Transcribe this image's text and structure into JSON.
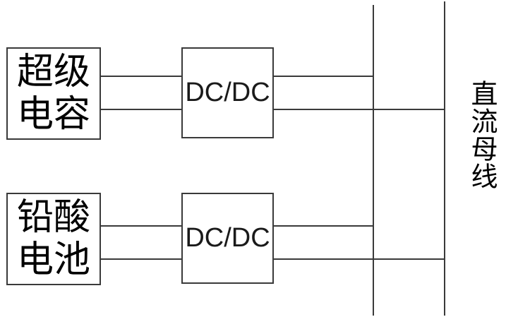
{
  "diagram": {
    "type": "block-diagram",
    "description_visible_text_only": true,
    "colors": {
      "background": "#ffffff",
      "stroke": "#3a3a3a",
      "text": "#000000"
    },
    "sources": [
      {
        "id": "supercapacitor",
        "line1": "超级",
        "line2": "电容"
      },
      {
        "id": "lead-acid-battery",
        "line1": "铅酸",
        "line2": "电池"
      }
    ],
    "converters": [
      {
        "id": "dcdc-top",
        "label": "DC/DC"
      },
      {
        "id": "dcdc-bottom",
        "label": "DC/DC"
      }
    ],
    "bus": {
      "label": "直流母线",
      "line_count": 2
    },
    "connections": [
      "supercapacitor -> dcdc-top (2 wires)",
      "lead-acid-battery -> dcdc-bottom (2 wires)",
      "dcdc-top -> dc-bus (2 wires)",
      "dcdc-bottom -> dc-bus (2 wires)"
    ]
  }
}
